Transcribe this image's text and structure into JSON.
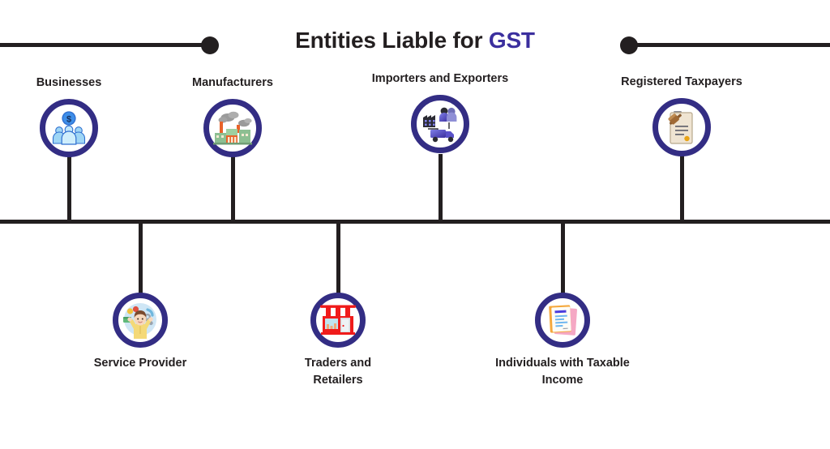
{
  "title": {
    "main": "Entities Liable for ",
    "accent": "GST"
  },
  "colors": {
    "ring": "#332d84",
    "line": "#231f20",
    "accent": "#3b2f9e",
    "text": "#231f20",
    "background": "#ffffff"
  },
  "nodes": {
    "top": [
      {
        "label": "Businesses",
        "icon": "businesses-people-coin-icon"
      },
      {
        "label": "Manufacturers",
        "icon": "factory-icon"
      },
      {
        "label": "Importers and Exporters",
        "icon": "warehouse-truck-icon"
      },
      {
        "label": "Registered Taxpayers",
        "icon": "gavel-document-icon"
      }
    ],
    "bottom": [
      {
        "label": "Service Provider",
        "icon": "service-person-tools-icon"
      },
      {
        "label": "Traders and\nRetailers",
        "icon": "storefront-icon"
      },
      {
        "label": "Individuals with Taxable\nIncome",
        "icon": "documents-stack-icon"
      }
    ]
  }
}
